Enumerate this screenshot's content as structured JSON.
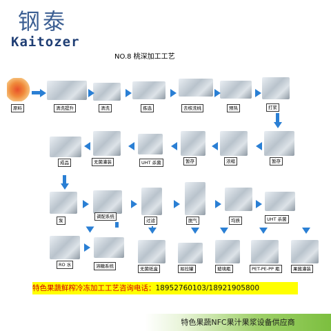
{
  "brand": {
    "name_cn": "钢泰",
    "name_en": "Kaitozer"
  },
  "title": "NO.8 桃深加工工艺",
  "steps": [
    "原料",
    "清洗提升",
    "清洗",
    "拣选",
    "去核洗桃",
    "预热",
    "打浆",
    "暂存",
    "浓缩",
    "暂存",
    "UHT 杀菌",
    "无菌灌装",
    "成品",
    "泵",
    "调配系统",
    "过滤",
    "脱气",
    "均质",
    "UHT 杀菌",
    "RO 水",
    "溶糖系统",
    "无菌纸盒",
    "易拉罐",
    "玻璃瓶",
    "PET-PE-PP 瓶",
    "果酱灌装"
  ],
  "contact": {
    "label": "特色果蔬鲜榨冷冻加工工艺咨询电话：",
    "phone": "18952760103/18921905800"
  },
  "banner": "特色果蔬NFC果汁果浆设备供应商",
  "colors": {
    "arrow": "#2a7fd4",
    "brand": "#3c5f93",
    "highlight": "#ffff00",
    "contact_text": "#d40000"
  }
}
